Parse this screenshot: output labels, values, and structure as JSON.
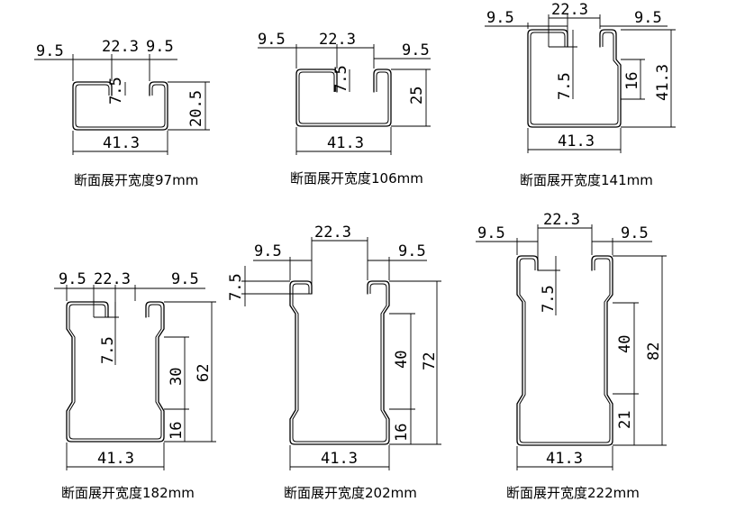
{
  "profiles": [
    {
      "caption": "断面展开宽度97mm",
      "dims": {
        "lip_left": "9.5",
        "slot": "22.3",
        "lip_right": "9.5",
        "depth": "7.5",
        "height": "20.5",
        "width": "41.3"
      }
    },
    {
      "caption": "断面展开宽度106mm",
      "dims": {
        "lip_left": "9.5",
        "slot": "22.3",
        "lip_right": "9.5",
        "depth": "7.5",
        "height": "25",
        "width": "41.3"
      }
    },
    {
      "caption": "断面展开宽度141mm",
      "dims": {
        "lip_left": "9.5",
        "slot": "22.3",
        "lip_right": "9.5",
        "depth": "7.5",
        "step": "16",
        "height": "41.3",
        "width": "41.3"
      }
    },
    {
      "caption": "断面展开宽度182mm",
      "dims": {
        "lip_left": "9.5",
        "slot": "22.3",
        "lip_right": "9.5",
        "depth": "7.5",
        "mid": "30",
        "step": "16",
        "height": "62",
        "width": "41.3"
      }
    },
    {
      "caption": "断面展开宽度202mm",
      "dims": {
        "lip_left": "9.5",
        "slot": "22.3",
        "lip_right": "9.5",
        "depth": "7.5",
        "mid": "40",
        "step": "16",
        "height": "72",
        "width": "41.3"
      }
    },
    {
      "caption": "断面展开宽度222mm",
      "dims": {
        "lip_left": "9.5",
        "slot": "22.3",
        "lip_right": "9.5",
        "depth": "7.5",
        "mid": "40",
        "step": "21",
        "height": "82",
        "width": "41.3"
      }
    }
  ]
}
